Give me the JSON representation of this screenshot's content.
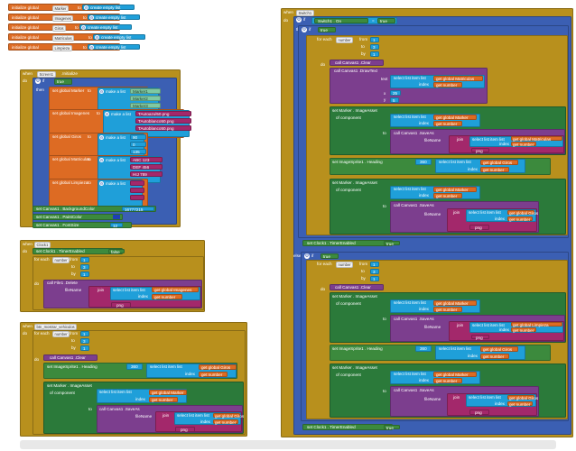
{
  "globals": [
    {
      "prefix": "initialize global",
      "name": "Marker",
      "to": "to",
      "value": "create empty list"
    },
    {
      "prefix": "initialize global",
      "name": "Imagenes",
      "to": "to",
      "value": "create empty list"
    },
    {
      "prefix": "initialize global",
      "name": "Giros",
      "to": "to",
      "value": "create empty list"
    },
    {
      "prefix": "initialize global",
      "name": "Matriculas",
      "to": "to",
      "value": "create empty list"
    },
    {
      "prefix": "initialize global",
      "name": "Limpieza",
      "to": "to",
      "value": "create empty list"
    }
  ],
  "screen_init": {
    "when": "when",
    "component": "Screen1",
    "event": ".Initialize",
    "do": "do",
    "if": "if",
    "true": "true",
    "then": "then",
    "set_marker": "set global Marker",
    "to": "to",
    "make_list": "make a list",
    "markers": [
      "Marker1",
      "Marker2",
      "Marker3"
    ],
    "set_imagenes": "set global Imagenes",
    "images": [
      "TAutoazul50.png",
      "TAutoblanco50.png",
      "TAutoblanco50.png"
    ],
    "set_giros": "set global Giros",
    "giros": [
      "90",
      "0",
      "135"
    ],
    "set_matriculas": "set global Matriculas",
    "matriculas": [
      "ABC 123",
      "DEF 456",
      "HIJ 789"
    ],
    "set_limpieza": "set global Limpieza",
    "set_bg": "set Canvas1 . BackgroundColor",
    "bg_value": "16777215",
    "set_paint": "set Canvas1 . PaintColor",
    "set_font": "set Canvas1 . FontSize",
    "font_value": "12"
  },
  "clock_timer": {
    "when": "when",
    "component": "Clock1",
    ".Timer": ".Timer",
    "do": "do",
    "set_enabled": "set Clock1 . TimerEnabled",
    "false": "false",
    "for_each": "for each",
    "number": "number",
    "from": "from",
    "to": "to",
    "by": "by",
    "from_v": "1",
    "to_v": "3",
    "by_v": "1",
    "call_delete": "call File1 .Delete",
    "filename": "fileName",
    "join": "join",
    "select_item": "select list item list",
    "get_img": "get global Imagenes",
    "index": "index",
    "get_number": "get number",
    "png": "png"
  },
  "mostrar": {
    "when": "when",
    "component": "btn_mostrar_vehiculos",
    ".Click": ".Click",
    "do": "do",
    "for_each": "for each",
    "number": "number",
    "from": "from",
    "to": "to",
    "by": "by",
    "from_v": "1",
    "to_v": "3",
    "by_v": "1",
    "canvas_clear": "call Canvas1 .Clear",
    "set_heading": "set ImageSprite1 . Heading",
    "heading_v": "360",
    "select_item": "select list item list",
    "get_giros": "get global Giros",
    "index": "index",
    "get_number": "get number",
    "set_marker_img": "set Marker . ImageAsset",
    "of_component": "of component",
    "get_marker": "get global Marker",
    "save_as": "call Canvas1 .SaveAs",
    "filename": "fileName",
    "join": "join",
    "png": "png"
  },
  "switch_changed": {
    "when": "when",
    "component": "Switch1",
    ".Changed": ".Changed",
    "do": "do",
    "if": "if",
    "switch_on": "Switch1 . On",
    "eq": "=",
    "true": "true",
    "then": "then",
    "else": "else",
    "for_each": "for each",
    "number": "number",
    "from": "from",
    "to": "to",
    "by": "by",
    "from_v": "1",
    "to_v": "3",
    "by_v": "1",
    "canvas_clear": "call Canvas1 .Clear",
    "draw_text": "call Canvas1 .DrawText",
    "text": "text",
    "x": "x",
    "y": "y",
    "x_v": "25",
    "y_v": "5",
    "select_item": "select list item list",
    "get_matriculas": "get global Matriculas",
    "get_limpieza": "get global Limpieza",
    "index": "index",
    "get_number": "get number",
    "set_marker_img": "set Marker . ImageAsset",
    "of_component": "of component",
    "get_marker": "get global Marker",
    "save_as": "call Canvas1 .SaveAs",
    "filename": "fileName",
    "join": "join",
    "png": "png",
    "set_heading": "set ImageSprite1 . Heading",
    "heading_v": "360",
    "get_giros": "get global Giros",
    "set_enabled": "set Clock1 . TimerEnabled",
    "enabled_true": "true"
  },
  "colors": {
    "orange": "#dd6b23",
    "blue": "#1f9fd9",
    "purple": "#7c3e8e",
    "magenta": "#a3286b",
    "gold": "#b8901d",
    "green": "#3c8a3d"
  }
}
